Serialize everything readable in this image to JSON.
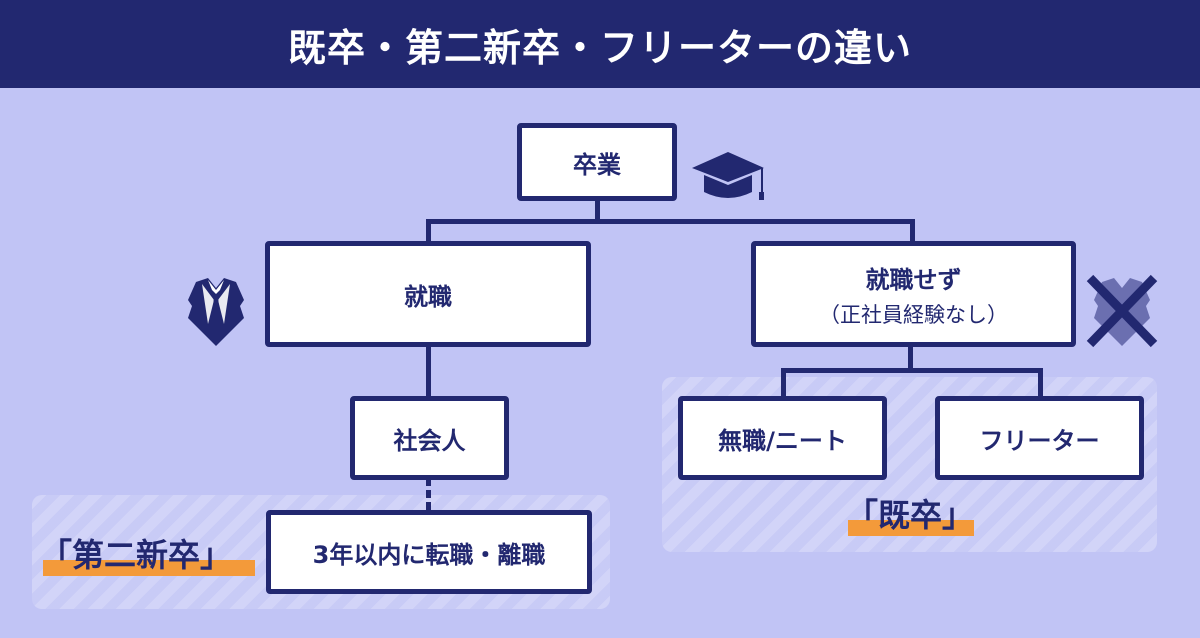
{
  "header": {
    "title": "既卒・第二新卒・フリーターの違い"
  },
  "colors": {
    "navy": "#222870",
    "background": "#c1c4f5",
    "highlight": "#f39a3a",
    "box": "#ffffff"
  },
  "nodes": {
    "graduation": {
      "label": "卒業",
      "icon": "graduation-cap-icon"
    },
    "employed": {
      "label": "就職",
      "icon": "suit-icon"
    },
    "not_employed": {
      "label": "就職せず",
      "sub": "（正社員経験なし）",
      "icon": "crossed-suit-icon"
    },
    "working_adult": {
      "label": "社会人"
    },
    "job_change": {
      "label": "3年以内に転職・離職"
    },
    "unemployed_neet": {
      "label": "無職/ニート"
    },
    "freeter": {
      "label": "フリーター"
    }
  },
  "groups": {
    "second_new_grad": {
      "label": "「第二新卒」"
    },
    "already_graduated": {
      "label": "「既卒」"
    }
  }
}
